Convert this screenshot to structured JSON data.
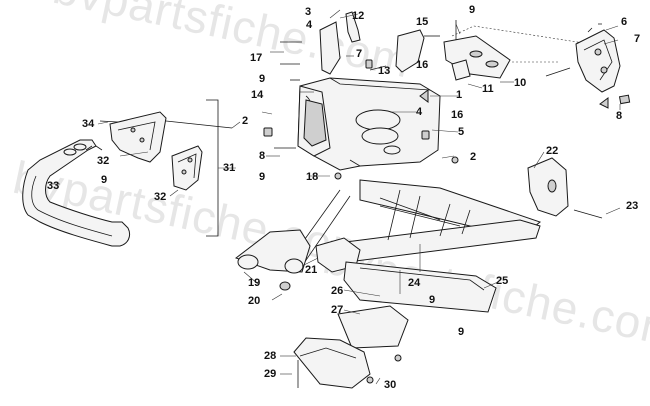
{
  "watermark": "bvpartsfiche.com",
  "callouts": [
    "1",
    "2",
    "3",
    "4",
    "5",
    "6",
    "7",
    "8",
    "9",
    "10",
    "11",
    "12",
    "13",
    "14",
    "15",
    "16",
    "17",
    "18",
    "19",
    "20",
    "21",
    "22",
    "23",
    "24",
    "25",
    "26",
    "27",
    "28",
    "29",
    "30",
    "31",
    "32",
    "33",
    "34"
  ]
}
